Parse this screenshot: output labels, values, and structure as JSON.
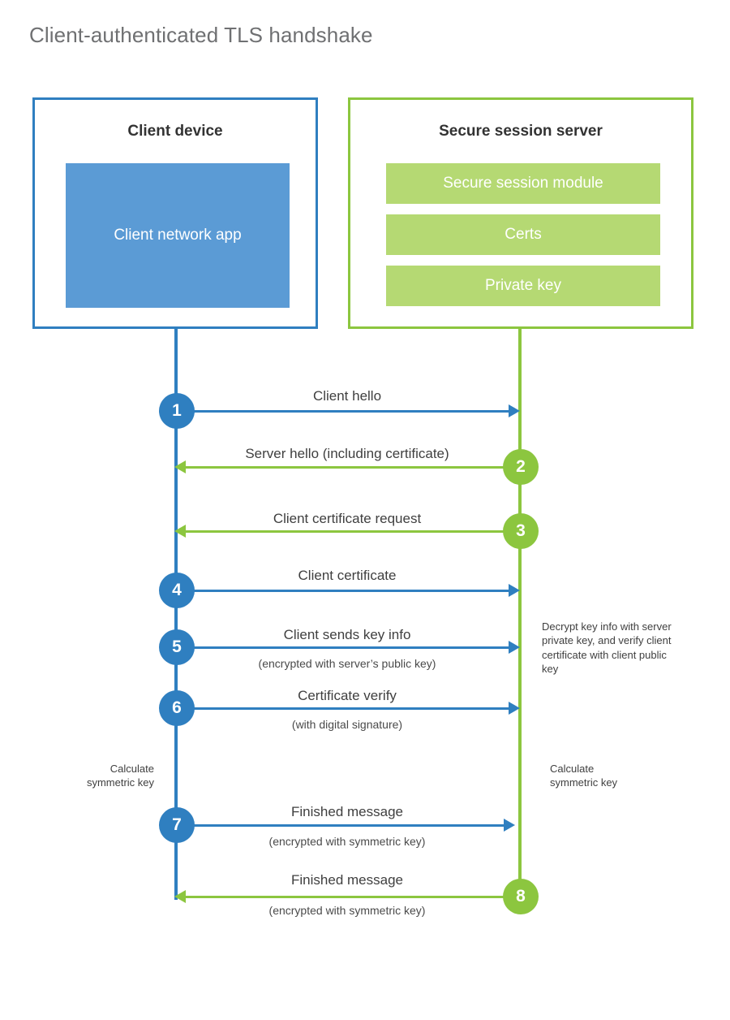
{
  "title": "Client-authenticated TLS handshake",
  "colors": {
    "client_blue": "#2f7fc0",
    "client_app_fill": "#5b9bd5",
    "server_green": "#8cc63f",
    "server_module_fill": "#b5d973",
    "title_text": "#6f7072",
    "body_text": "#3f3f3f",
    "background": "#ffffff"
  },
  "participants": {
    "client": {
      "title": "Client device",
      "components": [
        "Client network app"
      ]
    },
    "server": {
      "title": "Secure session server",
      "components": [
        "Secure session module",
        "Certs",
        "Private key"
      ]
    }
  },
  "steps": [
    {
      "number": "1",
      "label": "Client hello",
      "sublabel": "",
      "direction": "client-to-server",
      "color": "blue"
    },
    {
      "number": "2",
      "label": "Server hello (including certificate)",
      "sublabel": "",
      "direction": "server-to-client",
      "color": "green"
    },
    {
      "number": "3",
      "label": "Client certificate request",
      "sublabel": "",
      "direction": "server-to-client",
      "color": "green"
    },
    {
      "number": "4",
      "label": "Client certificate",
      "sublabel": "",
      "direction": "client-to-server",
      "color": "blue"
    },
    {
      "number": "5",
      "label": "Client sends key info",
      "sublabel": "(encrypted with server’s public key)",
      "direction": "client-to-server",
      "color": "blue"
    },
    {
      "number": "6",
      "label": "Certificate verify",
      "sublabel": "(with digital signature)",
      "direction": "client-to-server",
      "color": "blue"
    },
    {
      "number": "7",
      "label": "Finished message",
      "sublabel": "(encrypted with symmetric key)",
      "direction": "client-to-server",
      "color": "blue"
    },
    {
      "number": "8",
      "label": "Finished message",
      "sublabel": "(encrypted with symmetric key)",
      "direction": "server-to-client",
      "color": "green"
    }
  ],
  "annotations": {
    "server_decrypt_note": "Decrypt key info with server private key, and verify client certificate with client public key",
    "client_calculate_note_line1": "Calculate",
    "client_calculate_note_line2": "symmetric key",
    "server_calculate_note_line1": "Calculate",
    "server_calculate_note_line2": "symmetric key"
  }
}
